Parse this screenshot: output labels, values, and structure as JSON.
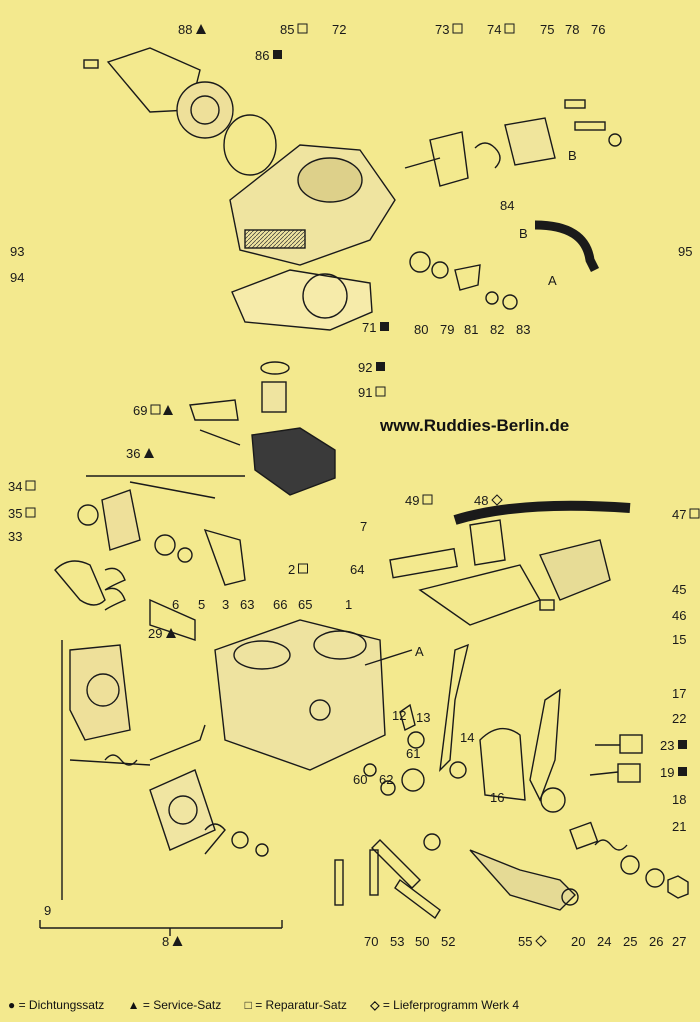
{
  "website": "www.Ruddies-Berlin.de",
  "letters": {
    "A": "A",
    "B": "B"
  },
  "callouts": [
    {
      "id": "88",
      "marker": "triangle"
    },
    {
      "id": "85",
      "marker": "square"
    },
    {
      "id": "72",
      "marker": ""
    },
    {
      "id": "86",
      "marker": "filled-square"
    },
    {
      "id": "73",
      "marker": "square"
    },
    {
      "id": "74",
      "marker": "square"
    },
    {
      "id": "75",
      "marker": ""
    },
    {
      "id": "78",
      "marker": ""
    },
    {
      "id": "76",
      "marker": ""
    },
    {
      "id": "84",
      "marker": ""
    },
    {
      "id": "95",
      "marker": ""
    },
    {
      "id": "93",
      "marker": ""
    },
    {
      "id": "94",
      "marker": ""
    },
    {
      "id": "71",
      "marker": "filled-square"
    },
    {
      "id": "80",
      "marker": ""
    },
    {
      "id": "79",
      "marker": ""
    },
    {
      "id": "81",
      "marker": ""
    },
    {
      "id": "82",
      "marker": ""
    },
    {
      "id": "83",
      "marker": ""
    },
    {
      "id": "92",
      "marker": "filled-square"
    },
    {
      "id": "91",
      "marker": "square"
    },
    {
      "id": "69",
      "marker": "square-triangle"
    },
    {
      "id": "36",
      "marker": "triangle"
    },
    {
      "id": "34",
      "marker": "square"
    },
    {
      "id": "35",
      "marker": "square"
    },
    {
      "id": "33",
      "marker": ""
    },
    {
      "id": "49",
      "marker": "square"
    },
    {
      "id": "48",
      "marker": "diamond"
    },
    {
      "id": "47",
      "marker": "square"
    },
    {
      "id": "7",
      "marker": ""
    },
    {
      "id": "64",
      "marker": ""
    },
    {
      "id": "2",
      "marker": "square"
    },
    {
      "id": "45",
      "marker": ""
    },
    {
      "id": "46",
      "marker": ""
    },
    {
      "id": "6",
      "marker": ""
    },
    {
      "id": "5",
      "marker": ""
    },
    {
      "id": "3",
      "marker": ""
    },
    {
      "id": "63",
      "marker": ""
    },
    {
      "id": "66",
      "marker": ""
    },
    {
      "id": "65",
      "marker": ""
    },
    {
      "id": "1",
      "marker": ""
    },
    {
      "id": "29",
      "marker": "triangle"
    },
    {
      "id": "15",
      "marker": ""
    },
    {
      "id": "17",
      "marker": ""
    },
    {
      "id": "22",
      "marker": ""
    },
    {
      "id": "23",
      "marker": "filled-square"
    },
    {
      "id": "19",
      "marker": "filled-square"
    },
    {
      "id": "18",
      "marker": ""
    },
    {
      "id": "21",
      "marker": ""
    },
    {
      "id": "12",
      "marker": ""
    },
    {
      "id": "13",
      "marker": ""
    },
    {
      "id": "14",
      "marker": ""
    },
    {
      "id": "61",
      "marker": ""
    },
    {
      "id": "60",
      "marker": ""
    },
    {
      "id": "62",
      "marker": ""
    },
    {
      "id": "16",
      "marker": ""
    },
    {
      "id": "9",
      "marker": ""
    },
    {
      "id": "8",
      "marker": "triangle"
    },
    {
      "id": "70",
      "marker": ""
    },
    {
      "id": "53",
      "marker": ""
    },
    {
      "id": "50",
      "marker": ""
    },
    {
      "id": "52",
      "marker": ""
    },
    {
      "id": "55",
      "marker": "diamond"
    },
    {
      "id": "20",
      "marker": ""
    },
    {
      "id": "24",
      "marker": ""
    },
    {
      "id": "25",
      "marker": ""
    },
    {
      "id": "26",
      "marker": ""
    },
    {
      "id": "27",
      "marker": ""
    }
  ],
  "legend": [
    {
      "symbol": "●",
      "text": "= Dichtungssatz"
    },
    {
      "symbol": "▲",
      "text": "= Service-Satz"
    },
    {
      "symbol": "□",
      "text": "= Reparatur-Satz"
    },
    {
      "symbol": "◇",
      "text": "= Lieferprogramm Werk 4"
    }
  ]
}
